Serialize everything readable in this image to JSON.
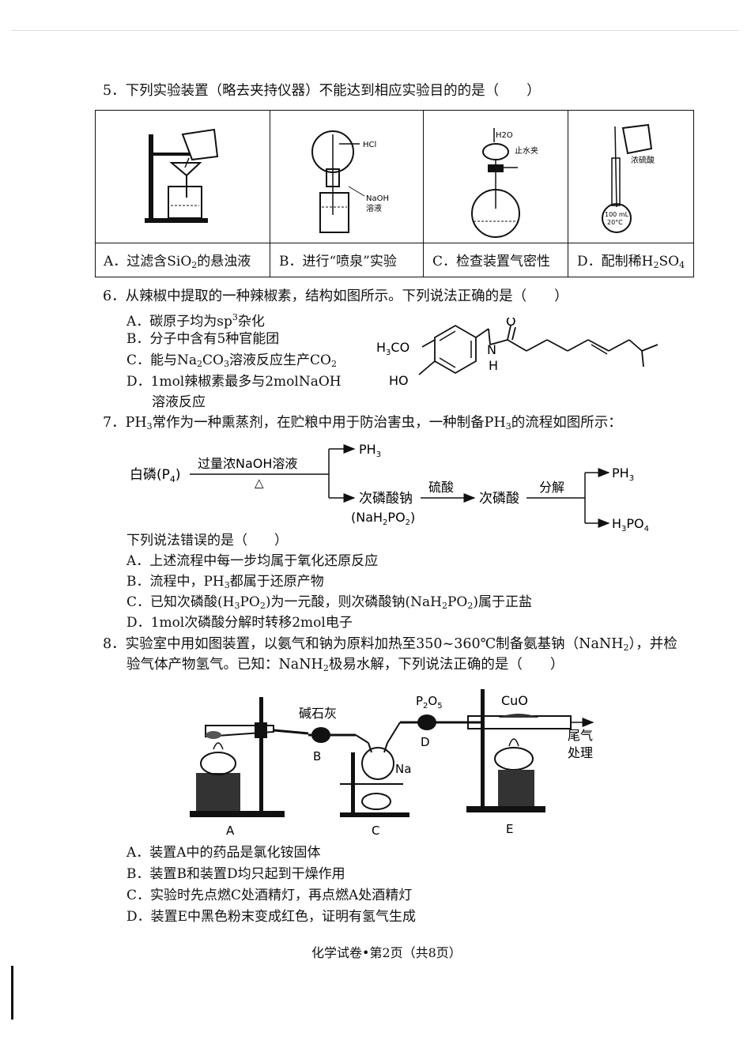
{
  "q5": {
    "stem": "5．下列实验装置（略去夹持仪器）不能达到相应实验目的的是（　　）",
    "options": [
      {
        "prefix": "A．过滤含SiO",
        "sub": "2",
        "suffix": "的悬浊液"
      },
      {
        "prefix": "B．进行“喷泉”实验"
      },
      {
        "prefix": "C．检查装置气密性"
      },
      {
        "prefix": "D．配制稀H",
        "sub": "2",
        "suffix": "SO",
        "sub2": "4"
      }
    ],
    "labels": {
      "hcl": "HCl",
      "naoh": "NaOH",
      "naoh2": "溶液",
      "h2o": "H2O",
      "clip": "止水夹",
      "acid": "浓硫酸",
      "flask1": "100 mL",
      "flask2": "20°C"
    }
  },
  "q6": {
    "stem": "6．从辣椒中提取的一种辣椒素，结构如图所示。下列说法正确的是（　　）",
    "a": "A．碳原子均为sp",
    "a_sup": "3",
    "a_tail": "杂化",
    "b": "B．分子中含有5种官能团",
    "c_pre": "C．能与Na",
    "c_sub1": "2",
    "c_mid": "CO",
    "c_sub2": "3",
    "c_mid2": "溶液反应生产CO",
    "c_sub3": "2",
    "d1": "D．1mol辣椒素最多与2molNaOH",
    "d2": "溶液反应",
    "struct": {
      "h3co": "H",
      "h3co_sub": "3",
      "h3co_tail": "CO",
      "ho": "HO",
      "n": "N",
      "h": "H",
      "o": "O"
    }
  },
  "q7": {
    "stem_pre": "7．PH",
    "stem_sub": "3",
    "stem_mid": "常作为一种熏蒸剂，在贮粮中用于防治害虫，一种制备PH",
    "stem_sub2": "3",
    "stem_tail": "的流程如图所示：",
    "flow": {
      "start": "白磷(P",
      "start_sub": "4",
      "start_tail": ")",
      "reagent": "过量浓NaOH溶液",
      "heat": "△",
      "ph3_top": "PH",
      "ph3_top_sub": "3",
      "salt": "次磷酸钠",
      "salt_formula": "(NaH",
      "salt_sub1": "2",
      "salt_mid": "PO",
      "salt_sub2": "2",
      "salt_tail": ")",
      "acid_reagent": "硫酸",
      "acid": "次磷酸",
      "decompose": "分解",
      "ph3_right": "PH",
      "ph3_right_sub": "3",
      "h3po4": "H",
      "h3po4_sub1": "3",
      "h3po4_mid": "PO",
      "h3po4_sub2": "4"
    },
    "ask": "下列说法错误的是（　　）",
    "a": "A．上述流程中每一步均属于氧化还原反应",
    "b_pre": "B．流程中，PH",
    "b_sub": "3",
    "b_tail": "都属于还原产物",
    "c_pre": "C．已知次磷酸(H",
    "c_sub1": "3",
    "c_mid": "PO",
    "c_sub2": "2",
    "c_mid2": ")为一元酸，则次磷酸钠(NaH",
    "c_sub3": "2",
    "c_mid3": "PO",
    "c_sub4": "2",
    "c_tail": ")属于正盐",
    "d": "D．1mol次磷酸分解时转移2mol电子"
  },
  "q8": {
    "stem1_pre": "8．实验室中用如图装置，以氨气和钠为原料加热至350~360℃制备氨基钠（NaNH",
    "stem1_sub": "2",
    "stem1_tail": "），并检",
    "stem2_pre": "验气体产物氢气。已知：NaNH",
    "stem2_sub": "2",
    "stem2_tail": "极易水解，下列说法正确的是（　　）",
    "labels": {
      "soda_lime": "碱石灰",
      "p2o5": "P",
      "p2o5_sub1": "2",
      "p2o5_mid": "O",
      "p2o5_sub2": "5",
      "cuo": "CuO",
      "tail1": "尾气",
      "tail2": "处理",
      "na": "Na",
      "a": "A",
      "b": "B",
      "c": "C",
      "d": "D",
      "e": "E"
    },
    "a": "A．装置A中的药品是氯化铵固体",
    "b": "B．装置B和装置D均只起到干燥作用",
    "c": "C．实验时先点燃C处酒精灯，再点燃A处酒精灯",
    "d": "D．装置E中黑色粉末变成红色，证明有氢气生成"
  },
  "footer": "化学试卷•第2页（共8页）"
}
